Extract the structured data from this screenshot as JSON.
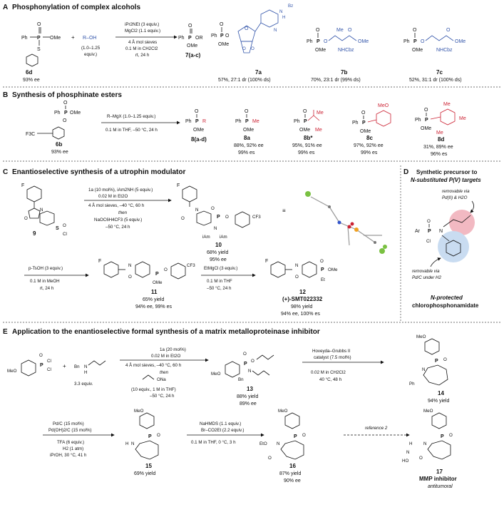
{
  "sections": {
    "A": {
      "letter": "A",
      "title": "Phosphonylation of complex alcohols"
    },
    "B": {
      "letter": "B",
      "title": "Synthesis of phosphinate esters"
    },
    "C": {
      "letter": "C",
      "title": "Enantioselective synthesis of a utrophin modulator"
    },
    "D": {
      "letter": "D",
      "title1": "Synthetic precursor to",
      "title2": "N-substituted P(V) targets"
    },
    "E": {
      "letter": "E",
      "title": "Application to the enantioselective formal synthesis of a matrix metalloproteinase inhibitor"
    }
  },
  "A": {
    "reagent_plus": "+",
    "alcohol": "R–OH",
    "alcohol_equiv1": "(1.0–1.25",
    "alcohol_equiv2": "equiv.)",
    "cond1": "iPr2NEt (3 equiv.)",
    "cond2": "MgCl2 (1.1 equiv.)",
    "cond3": "4 Å mol sieves",
    "cond4": "0.1 M in CH2Cl2",
    "cond5": "rt, 24 h",
    "sm_label": "6d",
    "sm_ee": "93% ee",
    "prod_label": "7(a-c)",
    "products": [
      {
        "label": "7a",
        "result": "57%, 27:1 dr (100% ds)"
      },
      {
        "label": "7b",
        "result": "70%, 23:1 dr (99% ds)"
      },
      {
        "label": "7c",
        "result": "52%, 31:1 dr (100% ds)"
      }
    ]
  },
  "B": {
    "cond1": "R–MgX (1.0–1.25 equiv.)",
    "cond2": "0.1 M in THF, –50 °C, 24 h",
    "sm_label": "6b",
    "sm_ee": "93% ee",
    "prod_label": "8(a-d)",
    "products": [
      {
        "label": "8a",
        "line1": "88%, 92% ee",
        "line2": "99% es"
      },
      {
        "label": "8b*",
        "line1": "95%, 91% ee",
        "line2": "99% es"
      },
      {
        "label": "8c",
        "line1": "97%, 92% ee",
        "line2": "99% es"
      },
      {
        "label": "8d",
        "line1": "31%, 89% ee",
        "line2": "96% es"
      }
    ]
  },
  "C": {
    "cond1": "1a (10 mol%), iAm2NH (5 equiv.)",
    "cond2": "0.02 M in Et2O",
    "cond3": "4 Å mol sieves, –40 °C, 60 h",
    "cond4": "then",
    "cond5": "NaOC6H4CF3 (5 equiv.)",
    "cond6": "–50 °C, 24 h",
    "sm_label": "9",
    "p10_label": "10",
    "p10_yield": "68% yield",
    "p10_ee": "95% ee",
    "step2_cond1": "p-TsOH (3 equiv.)",
    "step2_cond2": "0.1 M in MeOH",
    "step2_cond3": "rt, 24 h",
    "p11_label": "11",
    "p11_yield": "65% yield",
    "p11_ee": "94% ee, 99% es",
    "step3_cond1": "EtMgCl (3 equiv.)",
    "step3_cond2": "0.1 M in THF",
    "step3_cond3": "–50 °C, 24 h",
    "p12_label": "12",
    "p12_name": "(+)-SMT022332",
    "p12_yield": "98% yield",
    "p12_ee": "94% ee, 100% es"
  },
  "D": {
    "note1a": "removable via",
    "note1b": "Pd(II) & H2O",
    "note2a": "removable via",
    "note2b": "Pd/C under H2",
    "name1": "N-protected",
    "name2": "chlorophosphonamidate"
  },
  "E": {
    "sm_amine": "Bn",
    "amine_equiv": "3.3 equiv.",
    "cond1": "1a (20 mol%)",
    "cond2": "0.02 M in Et2O",
    "cond3": "4 Å mol sieves, –40 °C, 60 h",
    "cond4": "then",
    "cond5": "ONa",
    "cond6": "(10 equiv., 1 M in THF)",
    "cond7": "–50 °C, 24 h",
    "p13_label": "13",
    "p13_yield": "88% yield",
    "p13_ee": "89% ee",
    "rcm1": "Hoveyda–Grubbs II",
    "rcm2": "catalyst (7.5 mol%)",
    "rcm3": "0.02 M in CH2Cl2",
    "rcm4": "40 °C, 48 h",
    "p14_label": "14",
    "p14_yield": "94% yield",
    "h1": "Pd/C (15 mol%)",
    "h2": "Pd(OH)2/C (15 mol%)",
    "h3": "TFA (6 equiv.)",
    "h4": "H2 (1 atm)",
    "h5": "iPrOH, 30 °C, 41 h",
    "p15_label": "15",
    "p15_yield": "69% yield",
    "alk1": "NaHMDS (1.1 equiv.)",
    "alk2": "Br–CO2Et (2.2 equiv.)",
    "alk3": "0.1 M in THF, 0 °C, 3 h",
    "p16_label": "16",
    "p16_yield": "87% yield",
    "p16_ee": "90% ee",
    "ref": "reference 2",
    "p17_label": "17",
    "p17_name": "MMP inhibitor",
    "p17_note": "antitumoral"
  },
  "colors": {
    "blue": "#3355aa",
    "red": "#cc2233",
    "pink": "#f2b9c2",
    "lightblue": "#c9dcf1"
  }
}
